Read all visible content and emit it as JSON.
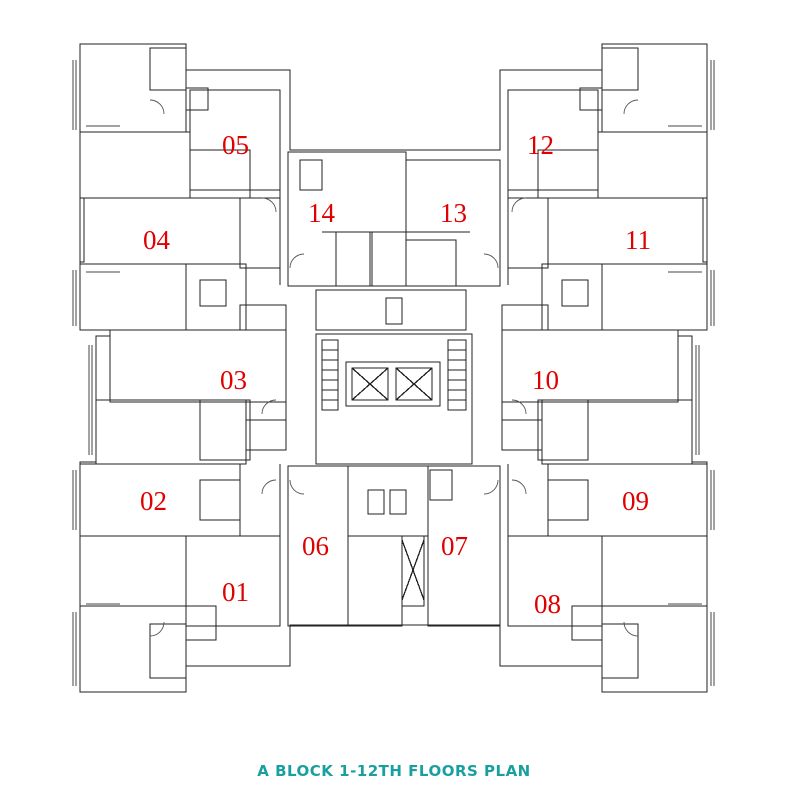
{
  "caption": "A BLOCK 1-12TH FLOORS PLAN",
  "units": [
    "01",
    "02",
    "03",
    "04",
    "05",
    "06",
    "07",
    "08",
    "09",
    "10",
    "11",
    "12",
    "13",
    "14"
  ],
  "colors": {
    "caption": "#1a9f9f",
    "unit_label": "#e00000",
    "wall": "#222222",
    "wall_thin": "#555555"
  }
}
